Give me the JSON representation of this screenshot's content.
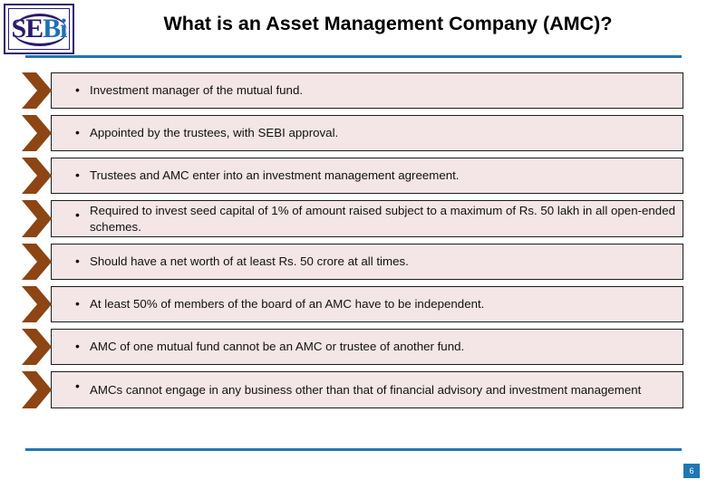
{
  "slide": {
    "title": "What is an Asset Management Company (AMC)?",
    "page_number": "6",
    "logo": {
      "name": "sebi-logo",
      "text_part1": "SE",
      "text_part2": "Bi"
    },
    "accent_color": "#2076b4",
    "bar_fill_color": "#f4e6e6",
    "chevron_color": "#8c4513",
    "bullets": [
      {
        "text": "Investment manager of the mutual fund.",
        "marker": "•"
      },
      {
        "text": "Appointed by the trustees, with SEBI approval.",
        "marker": "•"
      },
      {
        "text": "Trustees and AMC enter into an investment management agreement.",
        "marker": "•"
      },
      {
        "text": "Required to invest seed capital of 1% of amount raised subject to a maximum of Rs. 50 lakh in all open-ended schemes.",
        "marker": "•"
      },
      {
        "text": "Should have a net worth of at least Rs. 50 crore at all times.",
        "marker": "•"
      },
      {
        "text": "At least 50% of members of the board of an AMC have to be independent.",
        "marker": "•"
      },
      {
        "text": "AMC of one mutual fund cannot be an AMC or trustee of another fund.",
        "marker": "•"
      },
      {
        "text": "AMCs cannot engage in any business other than that of financial advisory and investment management",
        "marker": "•"
      }
    ]
  }
}
